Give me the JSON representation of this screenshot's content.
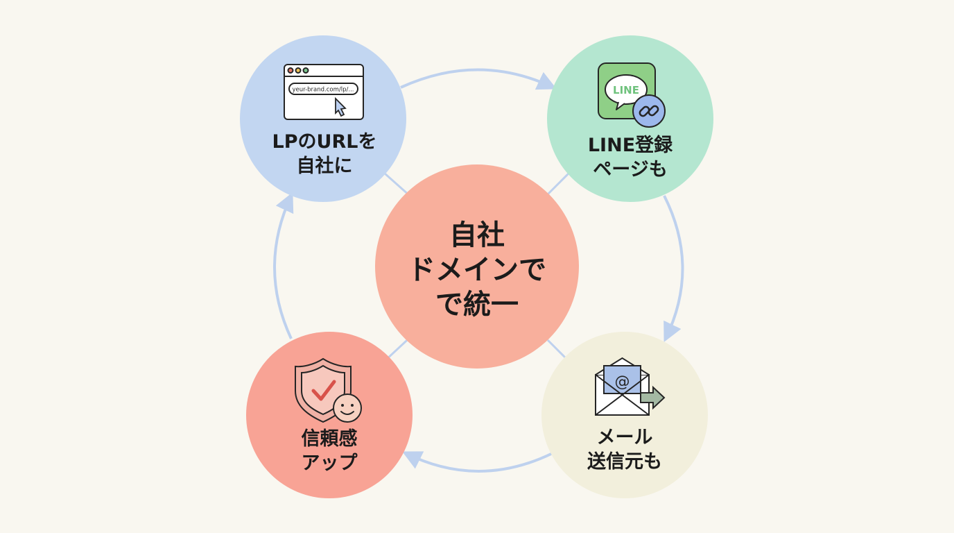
{
  "center": {
    "lines": [
      "自社",
      "ドメインで",
      "で統一"
    ]
  },
  "nodes": [
    {
      "id": "lp",
      "lines": [
        "LPのURLを",
        "自社に"
      ],
      "url_text": "yeur-brand.com/lp/..."
    },
    {
      "id": "line",
      "lines": [
        "LINE登録",
        "ページも"
      ],
      "icon_text": "LINE"
    },
    {
      "id": "mail",
      "lines": [
        "メール",
        "送信元も"
      ],
      "icon_text": "@"
    },
    {
      "id": "trust",
      "lines": [
        "信頼感",
        "アップ"
      ]
    }
  ],
  "colors": {
    "background": "#f9f7f0",
    "center": "#f8af9c",
    "lp": "#c2d6f1",
    "line": "#b4e6d0",
    "mail": "#f2efdc",
    "trust": "#f8a395",
    "arrow": "#bed1ee",
    "icon_stroke": "#252525"
  },
  "icons": {
    "lp": "browser-window-icon",
    "line": "line-chat-icon",
    "link": "link-icon",
    "mail": "envelope-icon",
    "trust": "shield-check-icon",
    "smile": "smiley-icon"
  }
}
